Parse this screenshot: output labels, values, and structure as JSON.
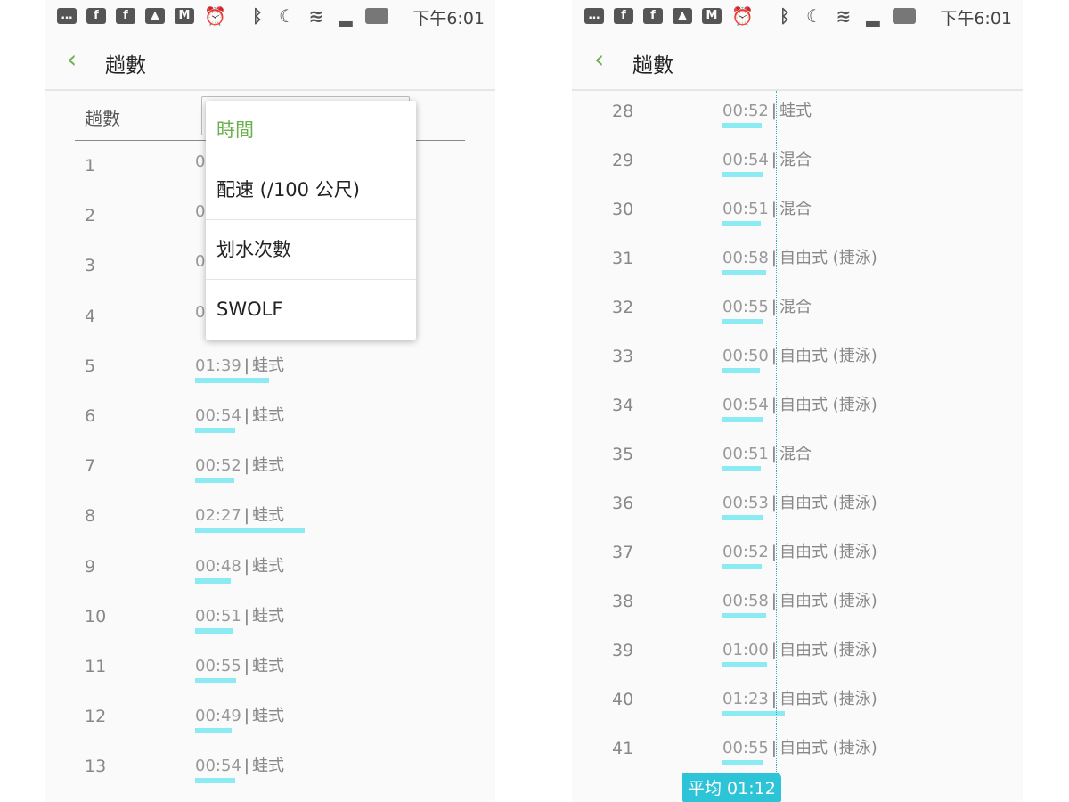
{
  "status": {
    "time": "下午6:01",
    "icons": [
      "messages-icon",
      "facebook-icon",
      "facebook-icon",
      "photo-icon",
      "gmail-icon",
      "alarm-icon",
      "bluetooth-icon",
      "moon-icon",
      "wifi-icon",
      "signal-icon",
      "battery-icon"
    ]
  },
  "header": {
    "title": "趟數"
  },
  "left": {
    "column_label": "趟數",
    "dropdown": [
      {
        "label": "時間",
        "selected": true
      },
      {
        "label": "配速 (/100 公尺)"
      },
      {
        "label": "划水次數"
      },
      {
        "label": "SWOLF"
      }
    ],
    "laps": [
      {
        "n": "1",
        "time": "0",
        "seconds": null,
        "stroke": ""
      },
      {
        "n": "2",
        "time": "0",
        "seconds": null,
        "stroke": ""
      },
      {
        "n": "3",
        "time": "0",
        "seconds": null,
        "stroke": ""
      },
      {
        "n": "4",
        "time": "0",
        "seconds": null,
        "stroke": ""
      },
      {
        "n": "5",
        "time": "01:39",
        "seconds": 99,
        "stroke": "蛙式"
      },
      {
        "n": "6",
        "time": "00:54",
        "seconds": 54,
        "stroke": "蛙式"
      },
      {
        "n": "7",
        "time": "00:52",
        "seconds": 52,
        "stroke": "蛙式"
      },
      {
        "n": "8",
        "time": "02:27",
        "seconds": 147,
        "stroke": "蛙式"
      },
      {
        "n": "9",
        "time": "00:48",
        "seconds": 48,
        "stroke": "蛙式"
      },
      {
        "n": "10",
        "time": "00:51",
        "seconds": 51,
        "stroke": "蛙式"
      },
      {
        "n": "11",
        "time": "00:55",
        "seconds": 55,
        "stroke": "蛙式"
      },
      {
        "n": "12",
        "time": "00:49",
        "seconds": 49,
        "stroke": "蛙式"
      },
      {
        "n": "13",
        "time": "00:54",
        "seconds": 54,
        "stroke": "蛙式"
      }
    ]
  },
  "right": {
    "laps": [
      {
        "n": "28",
        "time": "00:52",
        "seconds": 52,
        "stroke": "蛙式"
      },
      {
        "n": "29",
        "time": "00:54",
        "seconds": 54,
        "stroke": "混合"
      },
      {
        "n": "30",
        "time": "00:51",
        "seconds": 51,
        "stroke": "混合"
      },
      {
        "n": "31",
        "time": "00:58",
        "seconds": 58,
        "stroke": "自由式 (捷泳)"
      },
      {
        "n": "32",
        "time": "00:55",
        "seconds": 55,
        "stroke": "混合"
      },
      {
        "n": "33",
        "time": "00:50",
        "seconds": 50,
        "stroke": "自由式 (捷泳)"
      },
      {
        "n": "34",
        "time": "00:54",
        "seconds": 54,
        "stroke": "自由式 (捷泳)"
      },
      {
        "n": "35",
        "time": "00:51",
        "seconds": 51,
        "stroke": "混合"
      },
      {
        "n": "36",
        "time": "00:53",
        "seconds": 53,
        "stroke": "自由式 (捷泳)"
      },
      {
        "n": "37",
        "time": "00:52",
        "seconds": 52,
        "stroke": "自由式 (捷泳)"
      },
      {
        "n": "38",
        "time": "00:58",
        "seconds": 58,
        "stroke": "自由式 (捷泳)"
      },
      {
        "n": "39",
        "time": "01:00",
        "seconds": 60,
        "stroke": "自由式 (捷泳)"
      },
      {
        "n": "40",
        "time": "01:23",
        "seconds": 83,
        "stroke": "自由式 (捷泳)"
      },
      {
        "n": "41",
        "time": "00:55",
        "seconds": 55,
        "stroke": "自由式 (捷泳)"
      }
    ],
    "average_label": "平均 01:12",
    "average_seconds": 72
  },
  "colors": {
    "accent": "#6ab04c",
    "bar": "#8ceaf2",
    "average": "#2ec4d8"
  }
}
